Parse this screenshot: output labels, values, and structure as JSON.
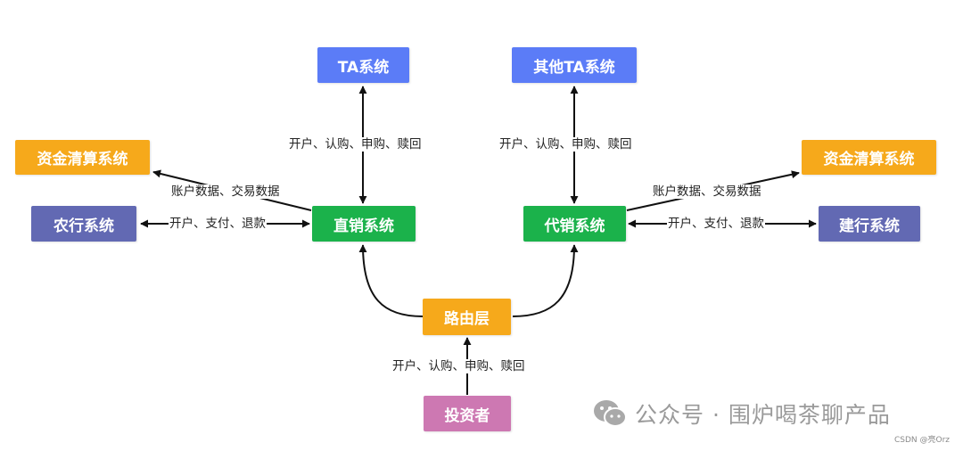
{
  "colors": {
    "blue": "#5B7CF7",
    "orange": "#F6A91B",
    "green": "#1BB24B",
    "slate": "#6269B3",
    "pink": "#CD78B2",
    "arrow": "#111111"
  },
  "nodes": {
    "ta_system": "TA系统",
    "other_ta_system": "其他TA系统",
    "clearing_left": "资金清算系统",
    "clearing_right": "资金清算系统",
    "abc_system": "农行系统",
    "ccb_system": "建行系统",
    "direct_sales": "直销系统",
    "agency_sales": "代销系统",
    "routing_layer": "路由层",
    "investor": "投资者"
  },
  "edges": {
    "ta_left": "开户、认购、申购、赎回",
    "ta_right": "开户、认购、申购、赎回",
    "clearing_left": "账户数据、交易数据",
    "clearing_right": "账户数据、交易数据",
    "bank_left": "开户、支付、退款",
    "bank_right": "开户、支付、退款",
    "investor": "开户、认购、申购、赎回"
  },
  "watermark": {
    "icon": "wechat-icon",
    "text": "公众号 · 围炉喝茶聊产品",
    "source": "CSDN @亮Orz"
  }
}
